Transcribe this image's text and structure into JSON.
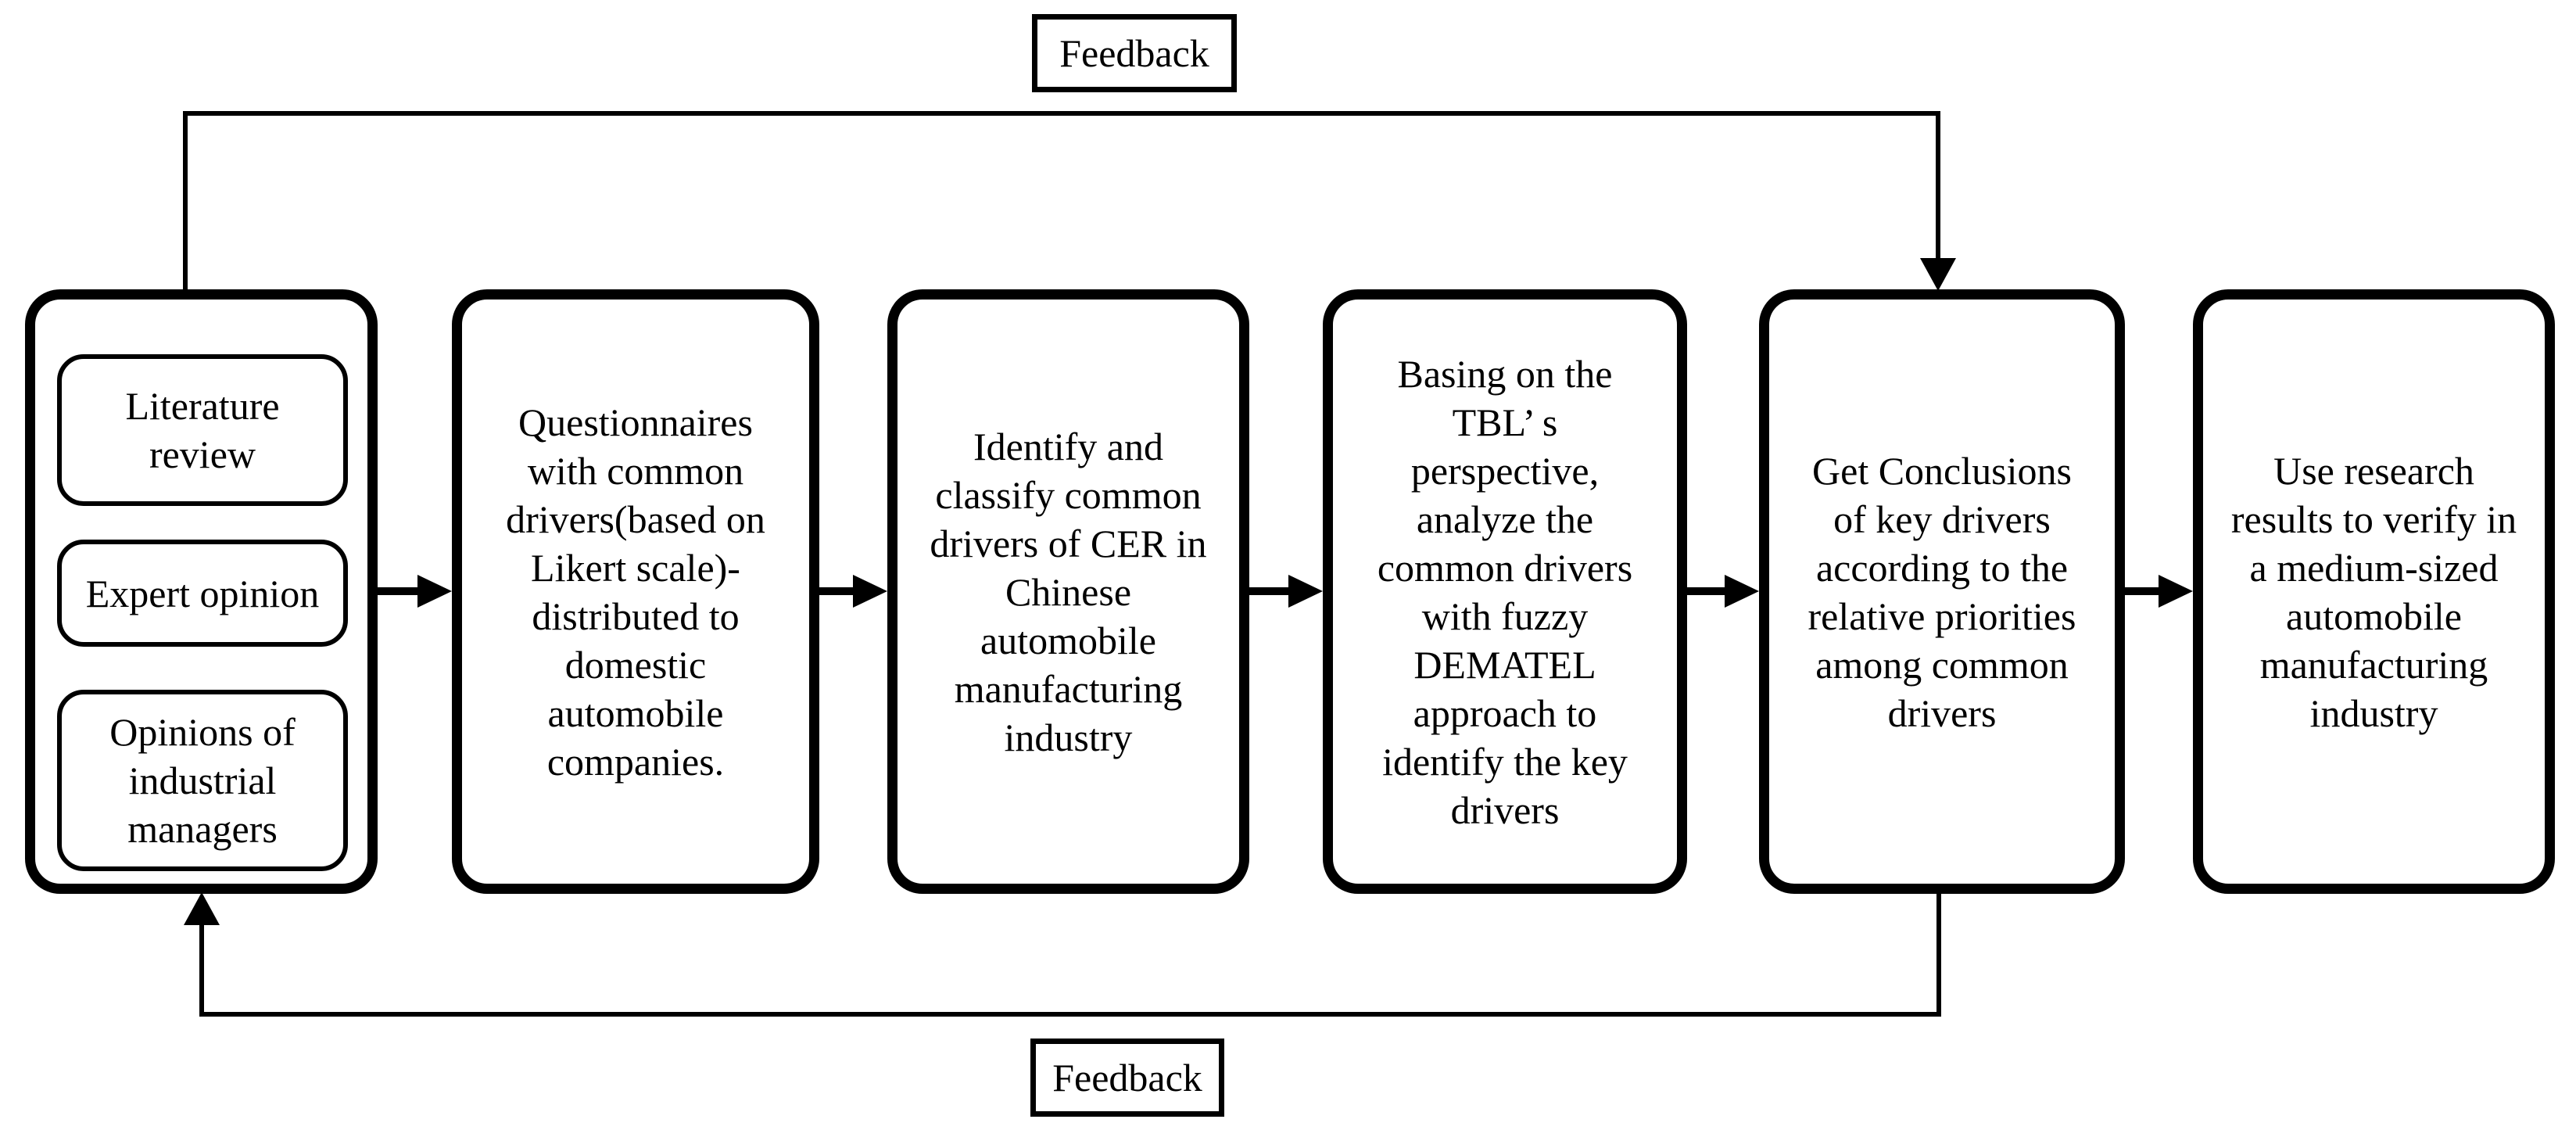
{
  "diagram": {
    "background": "#ffffff",
    "stroke_color": "#000000",
    "feedback_top_label": "Feedback",
    "feedback_bottom_label": "Feedback",
    "sources": {
      "items": [
        {
          "text": "Literature\nreview"
        },
        {
          "text": "Expert opinion"
        },
        {
          "text": "Opinions of\nindustrial\nmanagers"
        }
      ]
    },
    "steps": [
      {
        "text": "Questionnaires\nwith common\ndrivers(based on\nLikert scale)-\ndistributed to\ndomestic\nautomobile\ncompanies."
      },
      {
        "text": "Identify and\nclassify common\ndrivers of CER in\nChinese\nautomobile\nmanufacturing\nindustry"
      },
      {
        "text": "Basing on the\nTBL’ s\nperspective,\nanalyze the\ncommon drivers\nwith fuzzy\nDEMATEL\napproach to\nidentify the key\ndrivers"
      },
      {
        "text": "Get Conclusions\nof key drivers\naccording to the\nrelative priorities\namong common\ndrivers"
      },
      {
        "text": "Use research\nresults to verify in\na medium-sized\nautomobile\nmanufacturing\nindustry"
      }
    ]
  }
}
